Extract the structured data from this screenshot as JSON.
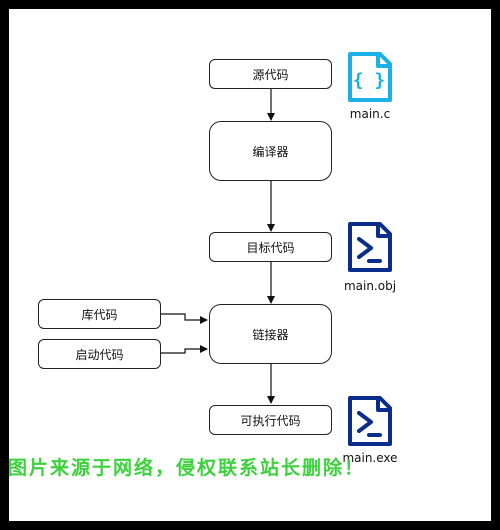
{
  "nodes": {
    "source": "源代码",
    "compiler": "编译器",
    "object": "目标代码",
    "library": "库代码",
    "startup": "启动代码",
    "linker": "链接器",
    "executable": "可执行代码"
  },
  "files": {
    "c": {
      "label": "main.c",
      "icon": "c-source-file-icon",
      "color": "#1ab1e6"
    },
    "obj": {
      "label": "main.obj",
      "icon": "powershell-file-icon",
      "color": "#0a2d8c"
    },
    "exe": {
      "label": "main.exe",
      "icon": "powershell-file-icon",
      "color": "#0a2d8c"
    }
  },
  "watermark": "图片来源于网络，侵权联系站长删除！"
}
